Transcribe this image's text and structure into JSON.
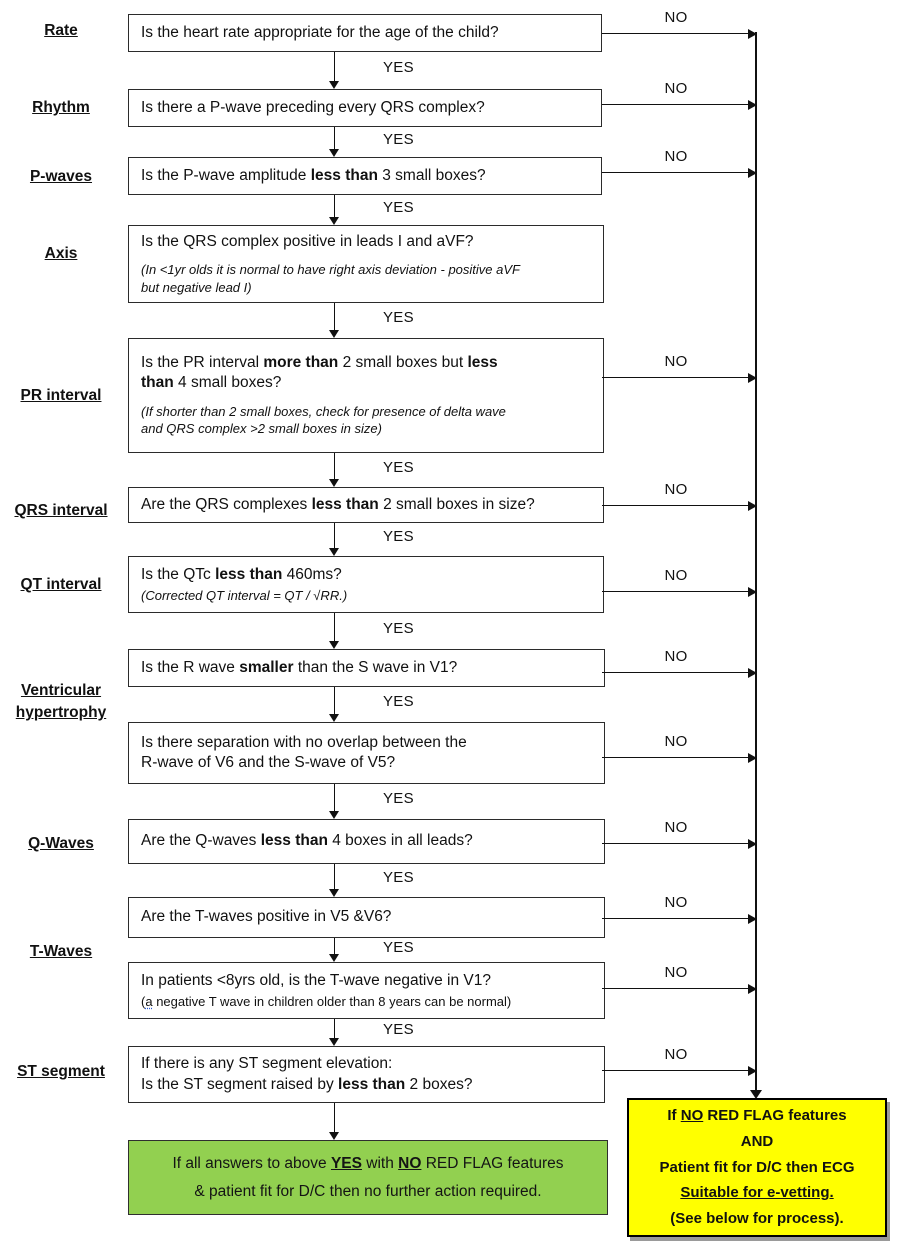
{
  "labels": {
    "yes": "YES",
    "no": "NO"
  },
  "categories": [
    "Rate",
    "Rhythm",
    "P-waves",
    "Axis",
    "PR interval",
    "QRS interval",
    "QT interval",
    "Ventricular hypertrophy",
    "Q-Waves",
    "T-Waves",
    "ST segment"
  ],
  "steps": [
    {
      "main": [
        {
          "t": "Is the heart rate appropriate for the age of the child?"
        }
      ]
    },
    {
      "main": [
        {
          "t": "Is there a P-wave preceding every QRS complex?"
        }
      ]
    },
    {
      "main": [
        {
          "t": "Is the P-wave amplitude "
        },
        {
          "t": "less than",
          "b": 1
        },
        {
          "t": " 3 small boxes?"
        }
      ]
    },
    {
      "main": [
        {
          "t": "Is the QRS complex positive in leads I and aVF?"
        }
      ],
      "note": [
        {
          "t": "(In <1yr olds it is normal to have right axis deviation - positive aVF",
          "i": 1
        },
        {
          "br": 1
        },
        {
          "t": "but negative lead I)",
          "i": 1
        }
      ]
    },
    {
      "main": [
        {
          "t": "Is the PR interval "
        },
        {
          "t": "more than",
          "b": 1
        },
        {
          "t": " 2 small boxes but "
        },
        {
          "t": "less",
          "b": 1
        },
        {
          "br": 1
        },
        {
          "t": "than",
          "b": 1
        },
        {
          "t": " 4 small boxes?"
        }
      ],
      "note": [
        {
          "t": "(If shorter than 2 small boxes, check for presence of delta wave",
          "i": 1
        },
        {
          "br": 1
        },
        {
          "t": "and QRS complex >2 small boxes in size)",
          "i": 1
        }
      ]
    },
    {
      "main": [
        {
          "t": "Are the QRS complexes "
        },
        {
          "t": "less than",
          "b": 1
        },
        {
          "t": " 2 small boxes in size?"
        }
      ]
    },
    {
      "main": [
        {
          "t": "Is the QTc "
        },
        {
          "t": "less than",
          "b": 1
        },
        {
          "t": " 460ms?"
        }
      ],
      "note": [
        {
          "t": "(Corrected QT interval = QT / √RR.)",
          "i": 1
        }
      ]
    },
    {
      "main": [
        {
          "t": "Is the R wave "
        },
        {
          "t": "smaller",
          "b": 1
        },
        {
          "t": " than the S wave in V1?"
        }
      ]
    },
    {
      "main": [
        {
          "t": "Is there separation with no overlap between the"
        },
        {
          "br": 1
        },
        {
          "t": "R-wave of V6 and the S-wave of V5?"
        }
      ]
    },
    {
      "main": [
        {
          "t": "Are the Q-waves "
        },
        {
          "t": "less than",
          "b": 1
        },
        {
          "t": " 4 boxes in all leads?"
        }
      ]
    },
    {
      "main": [
        {
          "t": "Are the T-waves positive in V5 &V6?"
        }
      ]
    },
    {
      "main": [
        {
          "t": "In patients <8yrs old, is the T-wave negative in V1?"
        }
      ],
      "note": [
        {
          "t": "("
        },
        {
          "t": "a",
          "sq": 1
        },
        {
          "t": " negative T wave in children older than 8 years can be normal)"
        }
      ]
    },
    {
      "main": [
        {
          "t": "If there is any ST segment elevation:"
        },
        {
          "br": 1
        },
        {
          "t": "Is the ST segment raised by "
        },
        {
          "t": "less than",
          "b": 1
        },
        {
          "t": " 2 boxes?"
        }
      ]
    }
  ],
  "outcomes": {
    "green": {
      "text": [
        {
          "t": "If all answers to above "
        },
        {
          "t": "YES",
          "b": 1,
          "u": 1
        },
        {
          "t": " with "
        },
        {
          "t": "NO",
          "b": 1,
          "u": 1
        },
        {
          "t": " RED FLAG features"
        },
        {
          "br": 1
        },
        {
          "t": "& patient fit for D/C then no further action required."
        }
      ]
    },
    "yellow": {
      "text": [
        {
          "t": "If "
        },
        {
          "t": "NO",
          "u": 1
        },
        {
          "t": " RED FLAG features"
        },
        {
          "br": 1
        },
        {
          "t": "AND"
        },
        {
          "br": 1
        },
        {
          "t": "Patient fit for D/C then ECG"
        },
        {
          "br": 1
        },
        {
          "t": "Suitable for e-vetting.",
          "u": 1
        },
        {
          "br": 1
        },
        {
          "t": "(See below for process)."
        }
      ]
    }
  },
  "colors": {
    "outcome_green": "#92D050",
    "outcome_yellow": "#FFFF00",
    "line": "#111111"
  }
}
